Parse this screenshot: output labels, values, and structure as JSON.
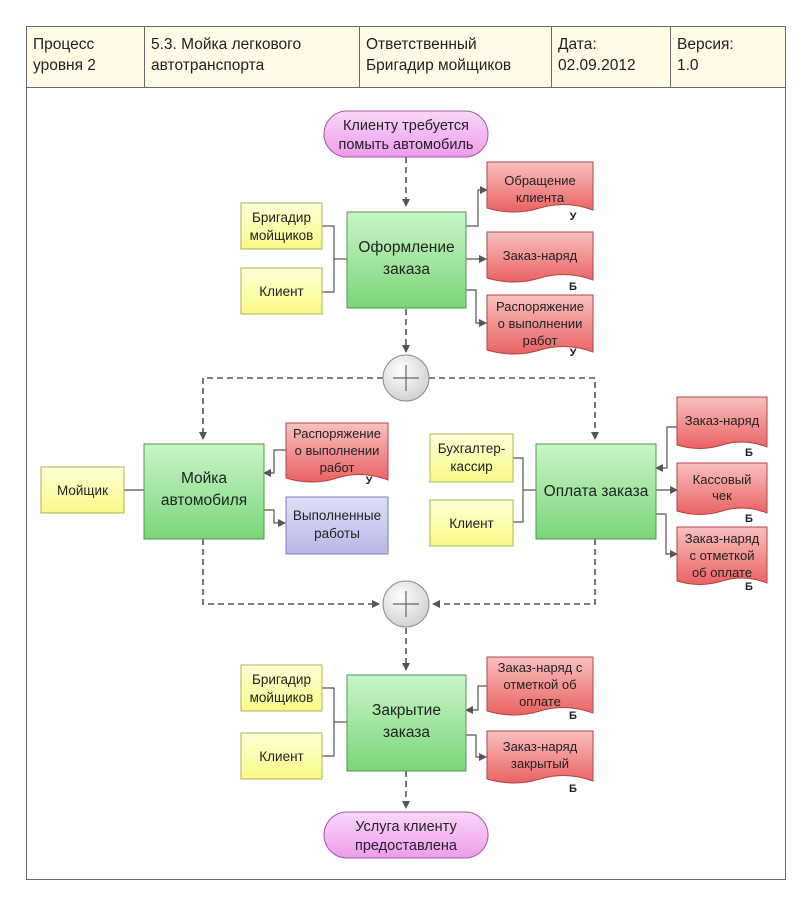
{
  "header": {
    "level_line1": "Процесс",
    "level_line2": "уровня 2",
    "process_line1": "5.3.  Мойка легкового",
    "process_line2": "автотранспорта",
    "owner_line1": "Ответственный",
    "owner_line2": "Бригадир мойщиков",
    "date_line1": "Дата:",
    "date_line2": "02.09.2012",
    "version_line1": "Версия:",
    "version_line2": "1.0"
  },
  "colors": {
    "event": "#f2a8f0",
    "function": "#8fe08f",
    "role": "#ffff99",
    "document": "#f07070",
    "result": "#c4c8ec",
    "line": "#555555"
  },
  "events": {
    "start_l1": "Клиенту требуется",
    "start_l2": "помыть автомобиль",
    "end_l1": "Услуга клиенту",
    "end_l2": "предоставлена"
  },
  "functions": {
    "f1_l1": "Оформление",
    "f1_l2": "заказа",
    "f2_l1": "Мойка",
    "f2_l2": "автомобиля",
    "f3_l1": "Оплата заказа",
    "f4_l1": "Закрытие",
    "f4_l2": "заказа"
  },
  "roles": {
    "r1_l1": "Бригадир",
    "r1_l2": "мойщиков",
    "r2_l1": "Клиент",
    "r3_l1": "Мойщик",
    "r4_l1": "Бухгалтер-",
    "r4_l2": "кассир",
    "r5_l1": "Клиент",
    "r6_l1": "Бригадир",
    "r6_l2": "мойщиков",
    "r7_l1": "Клиент"
  },
  "documents": {
    "d1_l1": "Обращение",
    "d1_l2": "клиента",
    "d1_tag": "У",
    "d2_l1": "Заказ-наряд",
    "d2_tag": "Б",
    "d3_l1": "Распоряжение",
    "d3_l2": "о выполнении",
    "d3_l3": "работ",
    "d3_tag": "У",
    "d4_l1": "Распоряжение",
    "d4_l2": "о выполнении",
    "d4_l3": "работ",
    "d4_tag": "У",
    "d5_l1": "Заказ-наряд",
    "d5_tag": "Б",
    "d6_l1": "Кассовый",
    "d6_l2": "чек",
    "d6_tag": "Б",
    "d7_l1": "Заказ-наряд",
    "d7_l2": "с отметкой",
    "d7_l3": "об оплате",
    "d7_tag": "Б",
    "d8_l1": "Заказ-наряд с",
    "d8_l2": "отметкой об",
    "d8_l3": "оплате",
    "d8_tag": "Б",
    "d9_l1": "Заказ-наряд",
    "d9_l2": "закрытый",
    "d9_tag": "Б"
  },
  "results": {
    "res1_l1": "Выполненные",
    "res1_l2": "работы"
  }
}
